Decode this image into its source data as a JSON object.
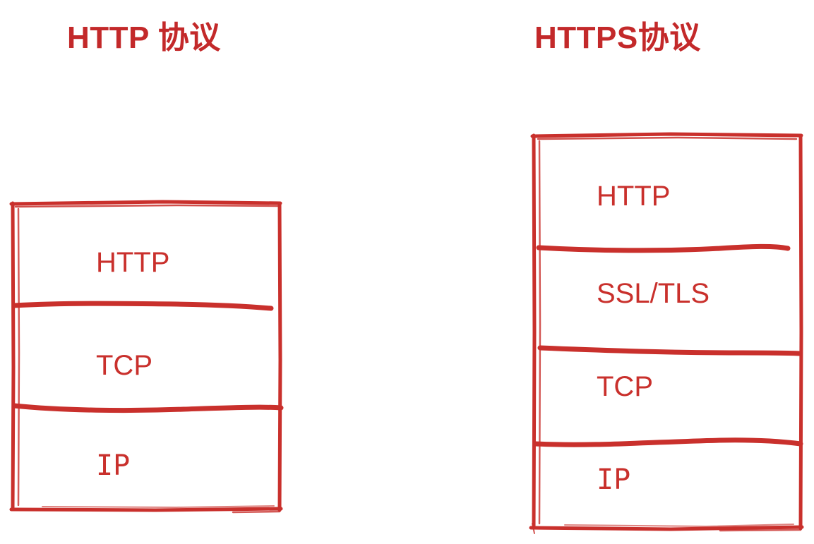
{
  "page": {
    "background": "#ffffff",
    "stroke_color": "#c9302c",
    "title_color": "#c3292a",
    "type": "hand-drawn protocol stack comparison diagram"
  },
  "diagrams": [
    {
      "id": "http",
      "title": "HTTP 协议",
      "layers": [
        {
          "label": "HTTP",
          "font": "sans"
        },
        {
          "label": "TCP",
          "font": "sans"
        },
        {
          "label": "IP",
          "font": "mono"
        }
      ]
    },
    {
      "id": "https",
      "title": "HTTPS协议",
      "layers": [
        {
          "label": "HTTP",
          "font": "sans"
        },
        {
          "label": "SSL/TLS",
          "font": "sans"
        },
        {
          "label": "TCP",
          "font": "sans"
        },
        {
          "label": "IP",
          "font": "mono"
        }
      ]
    }
  ]
}
